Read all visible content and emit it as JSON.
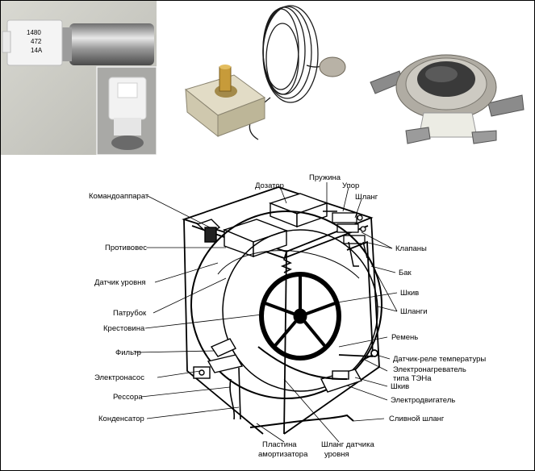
{
  "photos": {
    "thermo_sensor_print": [
      "1480",
      "472",
      "14A"
    ]
  },
  "labels": {
    "komandoapparat": "Командоаппарат",
    "protivoves": "Противовес",
    "datchik_urovnya": "Датчик уровня",
    "patrubok": "Патрубок",
    "krestovina": "Крестовина",
    "filtr": "Фильтр",
    "elektronasos": "Электронасос",
    "ressora": "Рессора",
    "kondensator": "Конденсатор",
    "plastina_1": "Пластина",
    "plastina_2": "амортизатора",
    "shlang_datchika_1": "Шланг датчика",
    "shlang_datchika_2": "уровня",
    "dozator": "Дозатор",
    "pruzhina": "Пружина",
    "upor": "Упор",
    "shlang": "Шланг",
    "klapany": "Клапаны",
    "bak": "Бак",
    "shkiv_top": "Шкив",
    "shlangi": "Шланги",
    "remen": "Ремень",
    "datchik_rele": "Датчик-реле температуры",
    "ten_1": "Электронагреватель",
    "ten_2": "типа ТЭНа",
    "shkiv_bottom": "Шкив",
    "elektrodvigatel": "Электродвигатель",
    "slivnoy_shlang": "Сливной шланг"
  }
}
